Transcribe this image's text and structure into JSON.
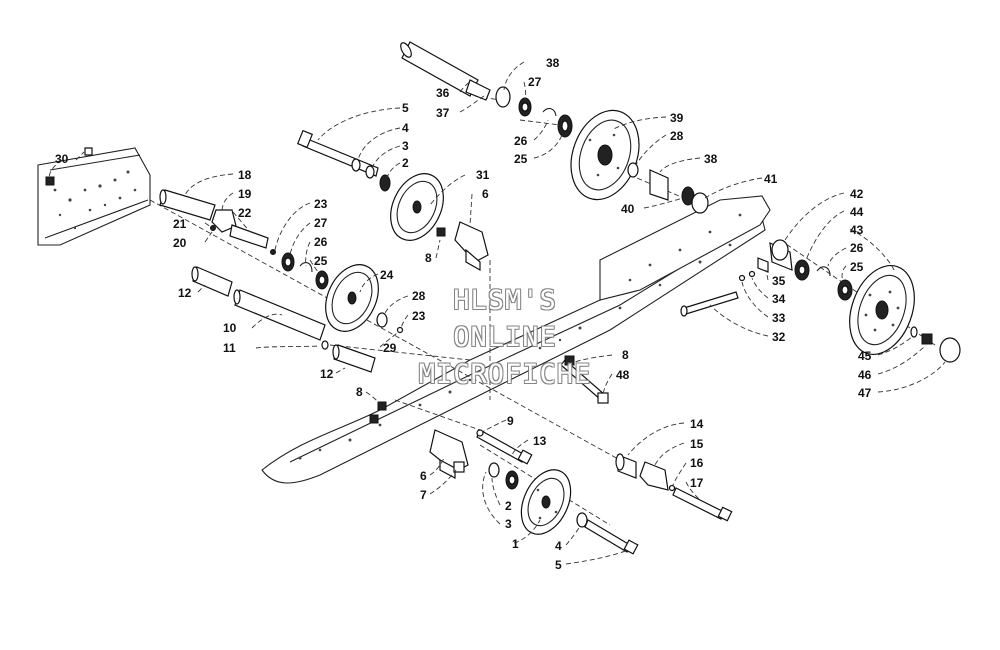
{
  "watermark": {
    "line1": "HLSM'S",
    "line2": "ONLINE",
    "line3": "MICROFICHE"
  },
  "callouts": [
    {
      "id": "c1",
      "text": "1"
    },
    {
      "id": "c2a",
      "text": "2"
    },
    {
      "id": "c2b",
      "text": "2"
    },
    {
      "id": "c3a",
      "text": "3"
    },
    {
      "id": "c3b",
      "text": "3"
    },
    {
      "id": "c4a",
      "text": "4"
    },
    {
      "id": "c4b",
      "text": "4"
    },
    {
      "id": "c5a",
      "text": "5"
    },
    {
      "id": "c5b",
      "text": "5"
    },
    {
      "id": "c6a",
      "text": "6"
    },
    {
      "id": "c6b",
      "text": "6"
    },
    {
      "id": "c7",
      "text": "7"
    },
    {
      "id": "c8a",
      "text": "8"
    },
    {
      "id": "c8b",
      "text": "8"
    },
    {
      "id": "c8c",
      "text": "8"
    },
    {
      "id": "c9",
      "text": "9"
    },
    {
      "id": "c10",
      "text": "10"
    },
    {
      "id": "c11",
      "text": "11"
    },
    {
      "id": "c12a",
      "text": "12"
    },
    {
      "id": "c12b",
      "text": "12"
    },
    {
      "id": "c13",
      "text": "13"
    },
    {
      "id": "c14",
      "text": "14"
    },
    {
      "id": "c15",
      "text": "15"
    },
    {
      "id": "c16",
      "text": "16"
    },
    {
      "id": "c17",
      "text": "17"
    },
    {
      "id": "c18",
      "text": "18"
    },
    {
      "id": "c19",
      "text": "19"
    },
    {
      "id": "c20",
      "text": "20"
    },
    {
      "id": "c21",
      "text": "21"
    },
    {
      "id": "c22",
      "text": "22"
    },
    {
      "id": "c23a",
      "text": "23"
    },
    {
      "id": "c23b",
      "text": "23"
    },
    {
      "id": "c24",
      "text": "24"
    },
    {
      "id": "c25a",
      "text": "25"
    },
    {
      "id": "c25b",
      "text": "25"
    },
    {
      "id": "c25c",
      "text": "25"
    },
    {
      "id": "c26a",
      "text": "26"
    },
    {
      "id": "c26b",
      "text": "26"
    },
    {
      "id": "c26c",
      "text": "26"
    },
    {
      "id": "c27a",
      "text": "27"
    },
    {
      "id": "c27b",
      "text": "27"
    },
    {
      "id": "c28a",
      "text": "28"
    },
    {
      "id": "c28b",
      "text": "28"
    },
    {
      "id": "c29",
      "text": "29"
    },
    {
      "id": "c30",
      "text": "30"
    },
    {
      "id": "c31",
      "text": "31"
    },
    {
      "id": "c32",
      "text": "32"
    },
    {
      "id": "c33",
      "text": "33"
    },
    {
      "id": "c34",
      "text": "34"
    },
    {
      "id": "c35",
      "text": "35"
    },
    {
      "id": "c36",
      "text": "36"
    },
    {
      "id": "c37",
      "text": "37"
    },
    {
      "id": "c38a",
      "text": "38"
    },
    {
      "id": "c38b",
      "text": "38"
    },
    {
      "id": "c39",
      "text": "39"
    },
    {
      "id": "c40",
      "text": "40"
    },
    {
      "id": "c41",
      "text": "41"
    },
    {
      "id": "c42",
      "text": "42"
    },
    {
      "id": "c43",
      "text": "43"
    },
    {
      "id": "c44",
      "text": "44"
    },
    {
      "id": "c45",
      "text": "45"
    },
    {
      "id": "c46",
      "text": "46"
    },
    {
      "id": "c47",
      "text": "47"
    },
    {
      "id": "c48",
      "text": "48"
    }
  ]
}
